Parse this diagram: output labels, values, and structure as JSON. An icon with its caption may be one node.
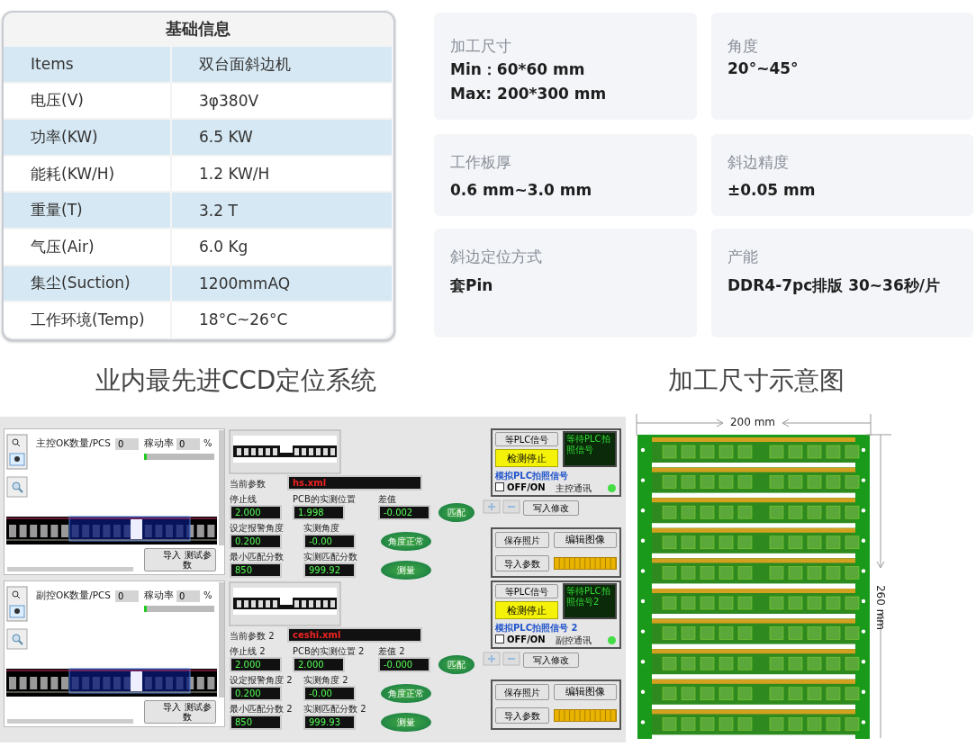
{
  "diagram": {
    "nodes": [
      {
        "text": [
          "加工尺寸",
          "Min：60*60 mm",
          "Max:  200*300 mm"
        ]
      },
      {
        "text": [
          "角度",
          "20°~45°"
        ]
      },
      {
        "text": [
          "工作板厚",
          "0.6 mm~3.0 mm"
        ]
      },
      {
        "text": [
          "斜边精度",
          "±0.05 mm"
        ]
      },
      {
        "text": [
          "斜边定位方式",
          "套Pin"
        ]
      },
      {
        "text": [
          "产能",
          "DDR4-7pc排版 30~36秒/片"
        ]
      }
    ],
    "labels": [
      "基础信息",
      "Items",
      "双台面斜边机",
      "电压(V)",
      "3φ380V",
      "功率(KW)",
      "6.5 KW",
      "能耗(KW/H)",
      "1.2 KW/H",
      "重量(T)",
      "3.2 T",
      "气压(Air)",
      "6.0 Kg",
      "集尘(Suction)",
      "1200mmAQ",
      "工作环境(Temp)",
      "18°C~26°C",
      "业内最先进CCD定位系统",
      "加工尺寸示意图",
      "主控OK数量/PCS",
      "0",
      "稼动率",
      "0",
      "%",
      "导入 测试参数",
      "等PLC信号",
      "等待PLC拍照信号",
      "检测停止",
      "模拟PLC拍照信号",
      "OFF/ON",
      "主控通讯",
      "当前参数",
      "hs.xml",
      "停止线",
      "PCB的实测位置",
      "差值",
      "2.000",
      "1.998",
      "-0.002",
      "匹配",
      "写入修改",
      "设定报警角度",
      "实测角度",
      "0.200",
      "-0.00",
      "角度正常",
      "保存照片",
      "编辑图像",
      "最小匹配分数",
      "实测匹配分数",
      "850",
      "999.92",
      "测量",
      "导入参数",
      "副控OK数量/PCS",
      "0",
      "稼动率",
      "0",
      "%",
      "导入 测试参数",
      "等PLC信号",
      "等待PLC拍照信号2",
      "检测停止",
      "模拟PLC拍照信号 2",
      "OFF/ON",
      "副控通讯",
      "当前参数 2",
      "ceshi.xml",
      "停止线 2",
      "PCB的实测位置 2",
      "差值 2",
      "2.000",
      "2.000",
      "-0.000",
      "匹配",
      "写入修改",
      "设定报警角度 2",
      "实测角度 2",
      "0.200",
      "-0.00",
      "角度正常",
      "保存照片",
      "编辑图像",
      "最小匹配分数 2",
      "实测匹配分数 2",
      "850",
      "999.93",
      "测量",
      "导入参数",
      "200 mm",
      "260 mm"
    ]
  }
}
